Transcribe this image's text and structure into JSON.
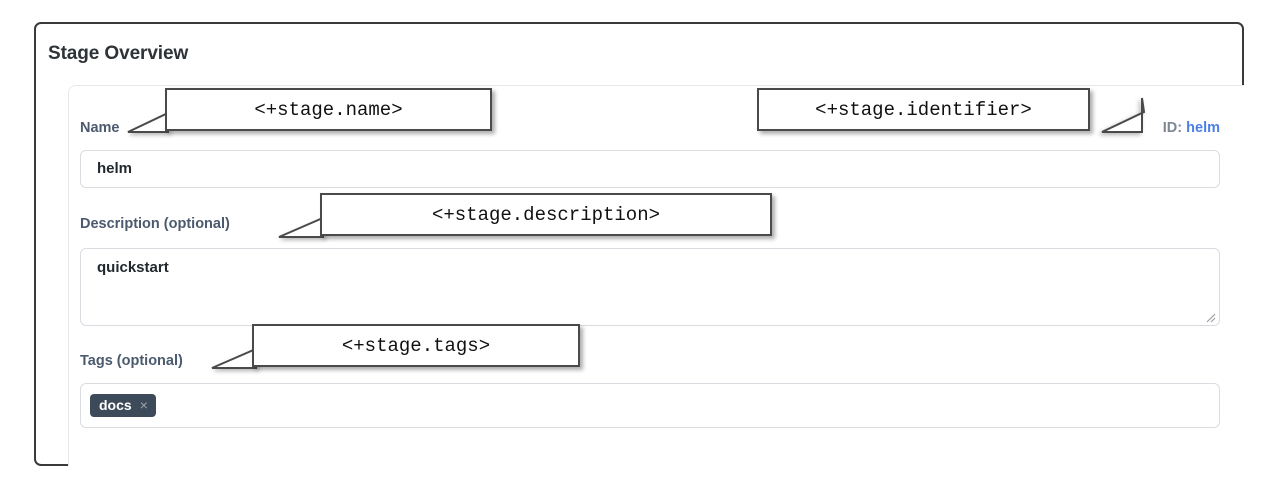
{
  "section": {
    "title": "Stage Overview"
  },
  "form": {
    "name": {
      "label": "Name",
      "value": "helm"
    },
    "identifier": {
      "key": "ID:",
      "value": "helm"
    },
    "description": {
      "label": "Description (optional)",
      "value": "quickstart"
    },
    "tags": {
      "label": "Tags (optional)",
      "chips": [
        {
          "text": "docs",
          "remove_icon": "×"
        }
      ]
    }
  },
  "callouts": [
    {
      "id": "name",
      "text": "<+stage.name>"
    },
    {
      "id": "identifier",
      "text": "<+stage.identifier>"
    },
    {
      "id": "description",
      "text": "<+stage.description>"
    },
    {
      "id": "tags",
      "text": "<+stage.tags>"
    }
  ],
  "colors": {
    "frame_border": "#3a3a3a",
    "label": "#4b5a6e",
    "id_value": "#4a7fe8",
    "chip_bg": "#3c4a59",
    "input_border": "#d9dde1",
    "callout_border": "#4a4a4a"
  }
}
